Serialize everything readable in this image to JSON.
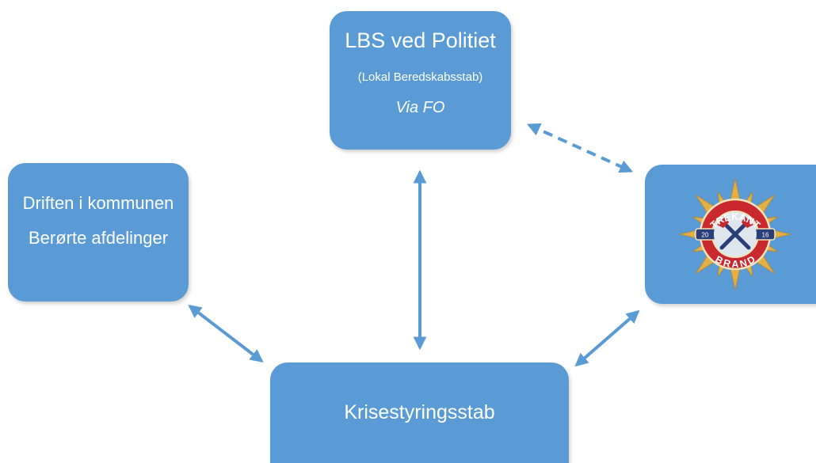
{
  "nodes": {
    "lbs": {
      "title": "LBS ved Politiet",
      "subtitle": "(Lokal Beredskabsstab)",
      "note": "Via FO"
    },
    "driften": {
      "title": "Driften i kommunen",
      "subtitle": "Berørte afdelinger"
    },
    "trekant": {
      "logo": {
        "top_text": "TREKANT",
        "bottom_text": "BRAND",
        "year_left": "20",
        "year_right": "16"
      }
    },
    "krise": {
      "title": "Krisestyringsstab"
    }
  },
  "connections": [
    {
      "from": "lbs",
      "to": "trekant",
      "style": "dashed",
      "direction": "both"
    },
    {
      "from": "lbs",
      "to": "krise",
      "style": "solid",
      "direction": "both"
    },
    {
      "from": "driften",
      "to": "krise",
      "style": "solid",
      "direction": "both"
    },
    {
      "from": "trekant",
      "to": "krise",
      "style": "solid",
      "direction": "both"
    }
  ],
  "colors": {
    "box_fill": "#5b9bd5",
    "box_text": "#ffffff",
    "arrow": "#5b9bd5",
    "logo_gold": "#e0b04a",
    "logo_red": "#c8282e",
    "logo_navy": "#2a3f7a"
  }
}
